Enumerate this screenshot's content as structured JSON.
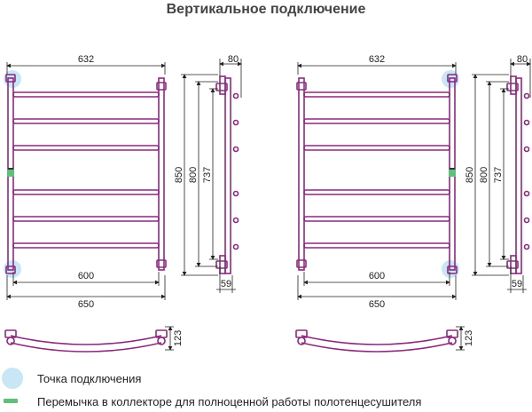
{
  "title": "Вертикальное подключение",
  "dimensions": {
    "width_top": "632",
    "depth_top": "80",
    "height_outer": "850",
    "height_mid": "800",
    "height_inner": "737",
    "width_inner": "600",
    "width_outer": "650",
    "offset_bottom": "59",
    "depth_bottom": "123"
  },
  "legend": {
    "connection_point": "Точка подключения",
    "jumper": "Перемычка в коллекторе для полноценной работы полотенцесушителя"
  },
  "colors": {
    "frame": "#8a2a7e",
    "connection": "#c9e6f7",
    "jumper": "#5ec07a",
    "dimension": "#222222"
  }
}
